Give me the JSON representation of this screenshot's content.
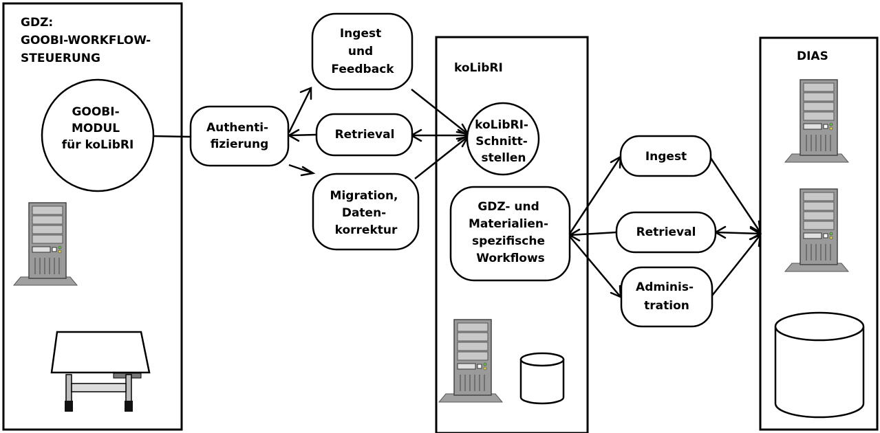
{
  "panels": {
    "gdz": {
      "title_lines": [
        "GDZ:",
        "GOOBI-WORKFLOW-",
        "STEUERUNG"
      ]
    },
    "kolibri": {
      "title": "koLibRI"
    },
    "dias": {
      "title": "DIAS"
    }
  },
  "nodes": {
    "goobi_modul": [
      "GOOBI-",
      "MODUL",
      "für koLibRI"
    ],
    "authentifizierung": [
      "Authenti-",
      "fizierung"
    ],
    "ingest_feedback": [
      "Ingest",
      "und",
      "Feedback"
    ],
    "retrieval_left": [
      "Retrieval"
    ],
    "migration": [
      "Migration,",
      "Daten-",
      "korrektur"
    ],
    "kolibri_schnittstellen": [
      "koLibRI-",
      "Schnitt-",
      "stellen"
    ],
    "gdz_workflows": [
      "GDZ- und",
      "Materialien-",
      "spezifische",
      "Workflows"
    ],
    "ingest_right": [
      "Ingest"
    ],
    "retrieval_right": [
      "Retrieval"
    ],
    "administration": [
      "Adminis-",
      "tration"
    ]
  },
  "icons": [
    "server-icon",
    "drafting-table-icon",
    "database-icon"
  ]
}
